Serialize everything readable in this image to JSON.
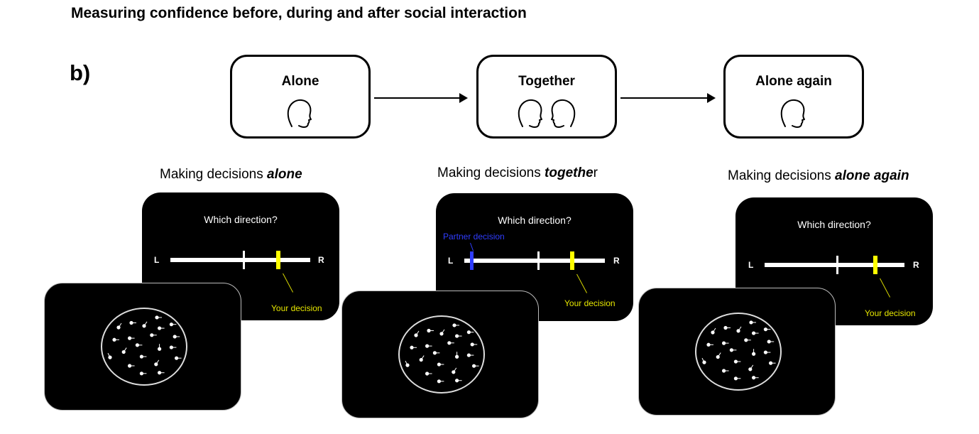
{
  "title": "Measuring confidence before, during and after social interaction",
  "panel_label": "b)",
  "stages": [
    {
      "label": "Alone",
      "heads": 1,
      "head_icon": "head-profile-icon"
    },
    {
      "label": "Together",
      "heads": 2,
      "head_icon": "head-profile-icon"
    },
    {
      "label": "Alone again",
      "heads": 1,
      "head_icon": "head-profile-icon"
    }
  ],
  "conditions": [
    {
      "label_prefix": "Making decisions ",
      "label_emphasis": "alone",
      "label_suffix": "",
      "question": "Which direction?",
      "left_label": "L",
      "right_label": "R",
      "your_decision_label": "Your decision",
      "your_decision_position": 0.77,
      "partner_decision_label": null,
      "partner_decision_position": null
    },
    {
      "label_prefix": "Making decisions ",
      "label_emphasis": "togethe",
      "label_suffix": "r",
      "question": "Which direction?",
      "left_label": "L",
      "right_label": "R",
      "your_decision_label": "Your decision",
      "your_decision_position": 0.77,
      "partner_decision_label": "Partner decision",
      "partner_decision_position": 0.05
    },
    {
      "label_prefix": "Making decisions ",
      "label_emphasis": "alone again",
      "label_suffix": "",
      "question": "Which direction?",
      "left_label": "L",
      "right_label": "R",
      "your_decision_label": "Your decision",
      "your_decision_position": 0.79,
      "partner_decision_label": null,
      "partner_decision_position": null
    }
  ],
  "colors": {
    "your_decision": "#ffff00",
    "partner_decision": "#2f3dff",
    "screen_bg": "#000000",
    "dots": "#ffffff"
  },
  "stimulus": {
    "type": "random-dot-motion",
    "aperture_icon": "dot-aperture-icon"
  }
}
